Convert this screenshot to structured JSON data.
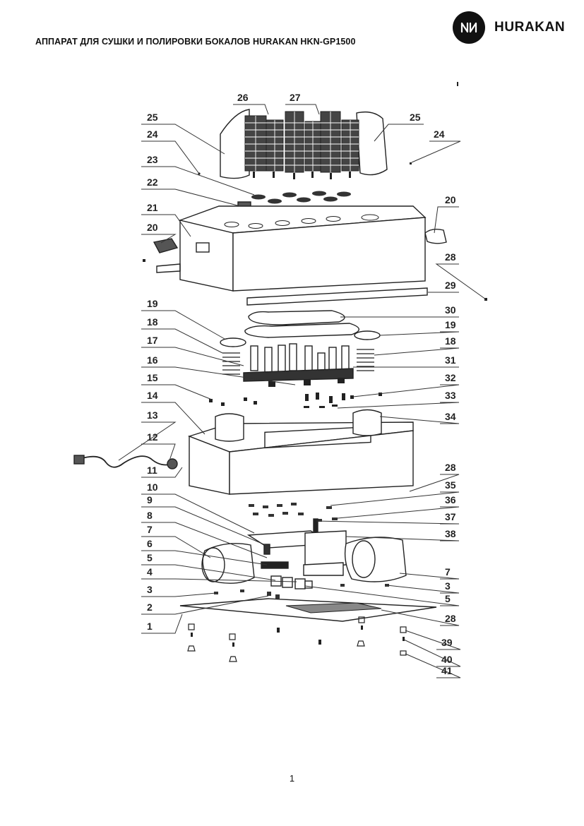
{
  "header": {
    "title": "АППАРАТ ДЛЯ СУШКИ И ПОЛИРОВКИ БОКАЛОВ HURAKAN HKN-GP1500",
    "brand_name": "HURAKAN",
    "logo_icon": "hurakan-logo-icon"
  },
  "diagram": {
    "callouts": [
      "26",
      "27",
      "25",
      "25",
      "24",
      "24",
      "23",
      "22",
      "20",
      "21",
      "20",
      "28",
      "29",
      "19",
      "30",
      "18",
      "19",
      "17",
      "18",
      "16",
      "31",
      "15",
      "32",
      "14",
      "33",
      "13",
      "34",
      "12",
      "11",
      "28",
      "10",
      "35",
      "9",
      "36",
      "8",
      "37",
      "7",
      "38",
      "6",
      "5",
      "7",
      "4",
      "3",
      "3",
      "5",
      "2",
      "28",
      "1",
      "39",
      "40",
      "41"
    ]
  },
  "footer": {
    "page_number": "1"
  }
}
